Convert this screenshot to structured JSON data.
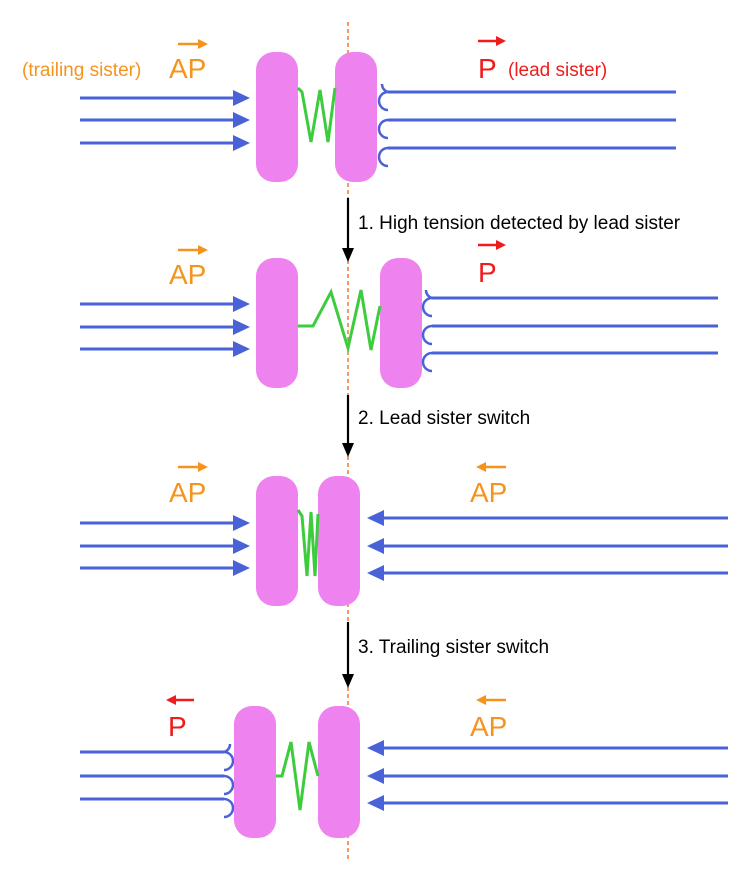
{
  "title_labels": {
    "trailing_note": "(trailing sister)",
    "lead_note": "(lead sister)"
  },
  "panels": [
    {
      "left_label": "AP",
      "left_direction": "right",
      "left_color": "#F5941D",
      "right_label": "P",
      "right_direction": "right",
      "right_color": "#EE1C1C",
      "left_attachment": "arrowheads",
      "right_attachment": "hooks"
    },
    {
      "left_label": "AP",
      "left_direction": "right",
      "left_color": "#F5941D",
      "right_label": "P",
      "right_direction": "right",
      "right_color": "#EE1C1C",
      "left_attachment": "arrowheads",
      "right_attachment": "hooks"
    },
    {
      "left_label": "AP",
      "left_direction": "right",
      "left_color": "#F5941D",
      "right_label": "AP",
      "right_direction": "left",
      "right_color": "#F5941D",
      "left_attachment": "arrowheads",
      "right_attachment": "arrowheads"
    },
    {
      "left_label": "P",
      "left_direction": "left",
      "left_color": "#EE1C1C",
      "right_label": "AP",
      "right_direction": "left",
      "right_color": "#F5941D",
      "left_attachment": "hooks",
      "right_attachment": "arrowheads"
    }
  ],
  "steps": [
    "1. High tension detected by lead sister",
    "2. Lead sister switch",
    "3. Trailing sister switch"
  ],
  "colors": {
    "microtubule": "#4A62D8",
    "kinetochore": "#EE82EE",
    "spring": "#3DCC3D",
    "midline": "#F36C21",
    "ap": "#F5941D",
    "p": "#EE1C1C",
    "step_arrow": "#000000"
  }
}
